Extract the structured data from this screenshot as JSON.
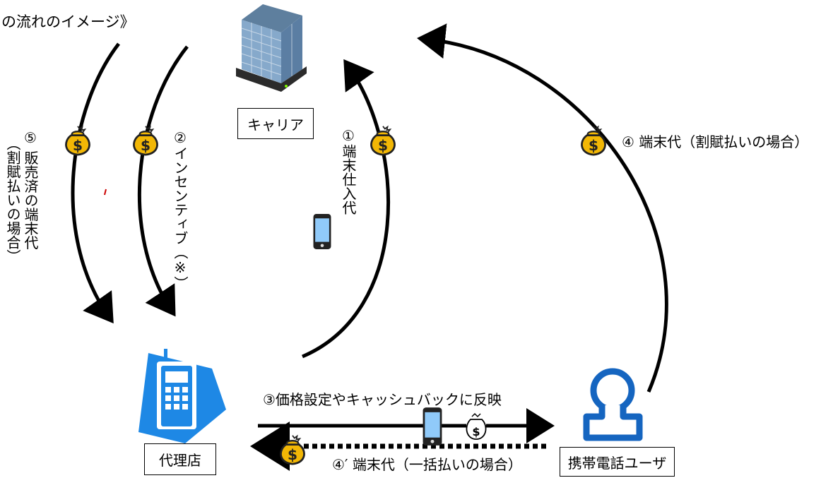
{
  "title": "の流れのイメージ》",
  "nodes": {
    "carrier": "キャリア",
    "agency": "代理店",
    "user": "携帯電話ユーザ"
  },
  "labels": {
    "flow1": "①端末仕入代",
    "flow2": "②インセンティブ（※）",
    "flow3": "③価格設定やキャッシュバックに反映",
    "flow4": "④ 端末代（割賦払いの場合）",
    "flow4b": "④′ 端末代（一括払いの場合）",
    "flow5_line1": "⑤ 販売済の端末代",
    "flow5_line2": "（割賦払いの場合）"
  },
  "colors": {
    "bag": "#F2B705",
    "bag_outline": "#222222",
    "store_blue": "#1E88E5",
    "user_blue": "#1565C0",
    "phone_screen": "#90CAF9",
    "building_glass": "#7FA6C9",
    "arrow": "#000000"
  },
  "icons": {
    "money_bag": "money-bag-icon",
    "phone": "smartphone-icon",
    "building": "office-building-icon",
    "store": "store-terminal-icon",
    "user": "user-icon"
  }
}
